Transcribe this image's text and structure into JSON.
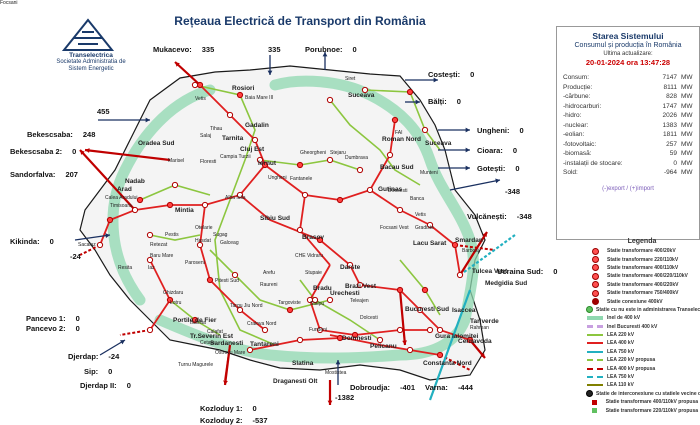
{
  "title": "Rețeaua Electrică de Transport din România",
  "logo": {
    "brand": "Transelectrica",
    "tagline": "Societate Administratia de Sistem Energetic"
  },
  "colors": {
    "bg_band": "#8fd8b0",
    "line400": "#e02020",
    "line220": "#8cc63f",
    "arrow": "#1a3060",
    "export_arrow": "#c00000",
    "title": "#1a3a6a"
  },
  "flows": [
    {
      "key": "mukacevo",
      "label": "Mukacevo:",
      "value": "335"
    },
    {
      "key": "mukacevo_top",
      "label": "",
      "value": "335"
    },
    {
      "key": "porubnoe",
      "label": "Porubnoe:",
      "value": "0"
    },
    {
      "key": "costesti",
      "label": "Costești:",
      "value": "0"
    },
    {
      "key": "balti",
      "label": "Bălți:",
      "value": "0"
    },
    {
      "key": "ungheni",
      "label": "Ungheni:",
      "value": "0"
    },
    {
      "key": "cioara",
      "label": "Cioara:",
      "value": "0"
    },
    {
      "key": "gotesti",
      "label": "Gotești:",
      "value": "0"
    },
    {
      "key": "hu455",
      "label": "",
      "value": "455"
    },
    {
      "key": "bekescsaba",
      "label": "Bekescsaba:",
      "value": "248"
    },
    {
      "key": "bekescsaba2",
      "label": "Bekescsaba 2:",
      "value": "0"
    },
    {
      "key": "sandorfalva",
      "label": "Sandorfalva:",
      "value": "207"
    },
    {
      "key": "kikinda",
      "label": "Kikinda:",
      "value": "0"
    },
    {
      "key": "rs24",
      "label": "",
      "value": "-24"
    },
    {
      "key": "pancevo1",
      "label": "Pancevo 1:",
      "value": "0"
    },
    {
      "key": "pancevo2",
      "label": "Pancevo 2:",
      "value": "0"
    },
    {
      "key": "djerdap",
      "label": "Djerdap:",
      "value": "-24"
    },
    {
      "key": "sip",
      "label": "Sip:",
      "value": "0"
    },
    {
      "key": "djerdap2",
      "label": "Djerdap II:",
      "value": "0"
    },
    {
      "key": "kozloduy1",
      "label": "Kozloduy 1:",
      "value": "0"
    },
    {
      "key": "kozloduy2",
      "label": "Kozloduy 2:",
      "value": "-537"
    },
    {
      "key": "bg1382",
      "label": "",
      "value": "-1382"
    },
    {
      "key": "dobrudja",
      "label": "Dobroudja:",
      "value": "-401"
    },
    {
      "key": "varna",
      "label": "Varna:",
      "value": "-444"
    },
    {
      "key": "md348",
      "label": "",
      "value": "-348"
    },
    {
      "key": "vulcanesti",
      "label": "Vulcănești:",
      "value": "-348"
    },
    {
      "key": "ukraina_sud",
      "label": "Ucraina Sud:",
      "value": "0"
    }
  ],
  "cities": [
    "Rosiori",
    "Vetis",
    "Baia Mare III",
    "Suceava",
    "Siret",
    "Gadalin",
    "Tihau",
    "Salaj",
    "Tarnita",
    "Cluj Est",
    "Oradea Sud",
    "Marisel",
    "Floresti",
    "Campia Turzii",
    "Iernut",
    "Fantanele",
    "Gheorgheni",
    "Stejaru",
    "Dumbrava",
    "FAI",
    "Roman Nord",
    "Bacau Sud",
    "Dirosesti",
    "Munteni",
    "Suceava",
    "Ungheni",
    "Nadab",
    "Arad",
    "Calea Aradului",
    "Timisoara",
    "Sacalaz",
    "Alba Iulia",
    "Mintia",
    "Sibiu Sud",
    "Gutinas",
    "Otelarie",
    "Pestis",
    "Hasdat",
    "Sugag",
    "Galceag",
    "Retezat",
    "Baru Mare",
    "Paroseni",
    "Resita",
    "Iaz",
    "Lotru",
    "Lacu Sarat",
    "Smardan",
    "Barbosi",
    "Vetis",
    "Focsani Vest",
    "Darste",
    "Brasov",
    "CHE Vidraru",
    "Arefu",
    "Raureni",
    "Stupaie",
    "Pitesti Sud",
    "Targu Jiu Nord",
    "Urechesti",
    "Brazi Vest",
    "Teleajen",
    "Stalpu",
    "Targoviste",
    "Bradu",
    "Dolcesti",
    "Fundeni",
    "Domnesti",
    "Bucuresti Sud",
    "Gura Ialomitei",
    "Cernavoda",
    "Medgidia Sud",
    "Tulcea Vest",
    "Isaccea",
    "Rahman",
    "Tariverde",
    "Constanta Nord",
    "Pelicanu",
    "Mostistea",
    "Ghizdaru",
    "Portile de Fier",
    "Tr.Severin Est",
    "Cetate",
    "Calafat",
    "Isalnita",
    "Craiova Nord",
    "Sardanesti",
    "Tantareni",
    "Slatina",
    "Draganesti Olt",
    "Turnu Magurele",
    "Ostrovu Mare",
    "Gradiste",
    "Banca",
    "Focsani"
  ],
  "panel": {
    "title": "Starea Sistemului",
    "subtitle": "Consumul și producția în România",
    "updated_label": "Ultima actualizare:",
    "updated_value": "20-01-2024 ora 13:47:28",
    "rows": [
      {
        "k": "Consum:",
        "v": "7147",
        "u": "MW"
      },
      {
        "k": "Producție:",
        "v": "8111",
        "u": "MW"
      },
      {
        "k": "-cărbune:",
        "v": "828",
        "u": "MW"
      },
      {
        "k": "-hidrocarburi:",
        "v": "1747",
        "u": "MW"
      },
      {
        "k": "-hidro:",
        "v": "2026",
        "u": "MW"
      },
      {
        "k": "-nuclear:",
        "v": "1383",
        "u": "MW"
      },
      {
        "k": "-eolian:",
        "v": "1811",
        "u": "MW"
      },
      {
        "k": "-fotovoltaic:",
        "v": "257",
        "u": "MW"
      },
      {
        "k": "-biomasă:",
        "v": "59",
        "u": "MW"
      },
      {
        "k": "-instalații de stocare:",
        "v": "0",
        "u": "MW"
      },
      {
        "k": "Sold:",
        "v": "-964",
        "u": "MW"
      }
    ],
    "note": "(-)export / (+)import"
  },
  "legend": {
    "title": "Legenda",
    "items": [
      {
        "symbol": "dot-red",
        "label": "Statie transformare 400/20kV"
      },
      {
        "symbol": "dot-red",
        "label": "Statie transformare 220/110kV"
      },
      {
        "symbol": "dot-red",
        "label": "Statie transformare 400/110kV"
      },
      {
        "symbol": "dot-red",
        "label": "Statie transformare 400/220/110kV"
      },
      {
        "symbol": "dot-red",
        "label": "Statie transformare 400/220kV"
      },
      {
        "symbol": "dot-red",
        "label": "Statie transformare 750/400kV"
      },
      {
        "symbol": "dot-darkred",
        "label": "Statie conexiune 400kV"
      },
      {
        "symbol": "dot-green",
        "label": "Statie cu nu este in administrarea Transelectrica"
      },
      {
        "symbol": "band-green",
        "label": "Inel de 400 kV"
      },
      {
        "symbol": "band-purple",
        "label": "Inel Bucuresti 400 kV"
      },
      {
        "symbol": "line-green",
        "label": "LEA 220 kV"
      },
      {
        "symbol": "line-red",
        "label": "LEA 400 kV"
      },
      {
        "symbol": "line-blue",
        "label": "LEA 750 kV"
      },
      {
        "symbol": "line-green-dash",
        "label": "LEA 220 kV propusa"
      },
      {
        "symbol": "line-red-dash",
        "label": "LEA 400 kV propusa"
      },
      {
        "symbol": "line-blue-dash",
        "label": "LEA 750 kV"
      },
      {
        "symbol": "line-olive",
        "label": "LEA 110 kV"
      },
      {
        "symbol": "dot-black",
        "label": "Statie de interconexiune cu statiele vecine de 110kV"
      },
      {
        "symbol": "sq-red",
        "label": "Statie transformare 400/110kV propusa"
      },
      {
        "symbol": "sq-green",
        "label": "Statie transformare 220/110kV propusa"
      }
    ]
  }
}
